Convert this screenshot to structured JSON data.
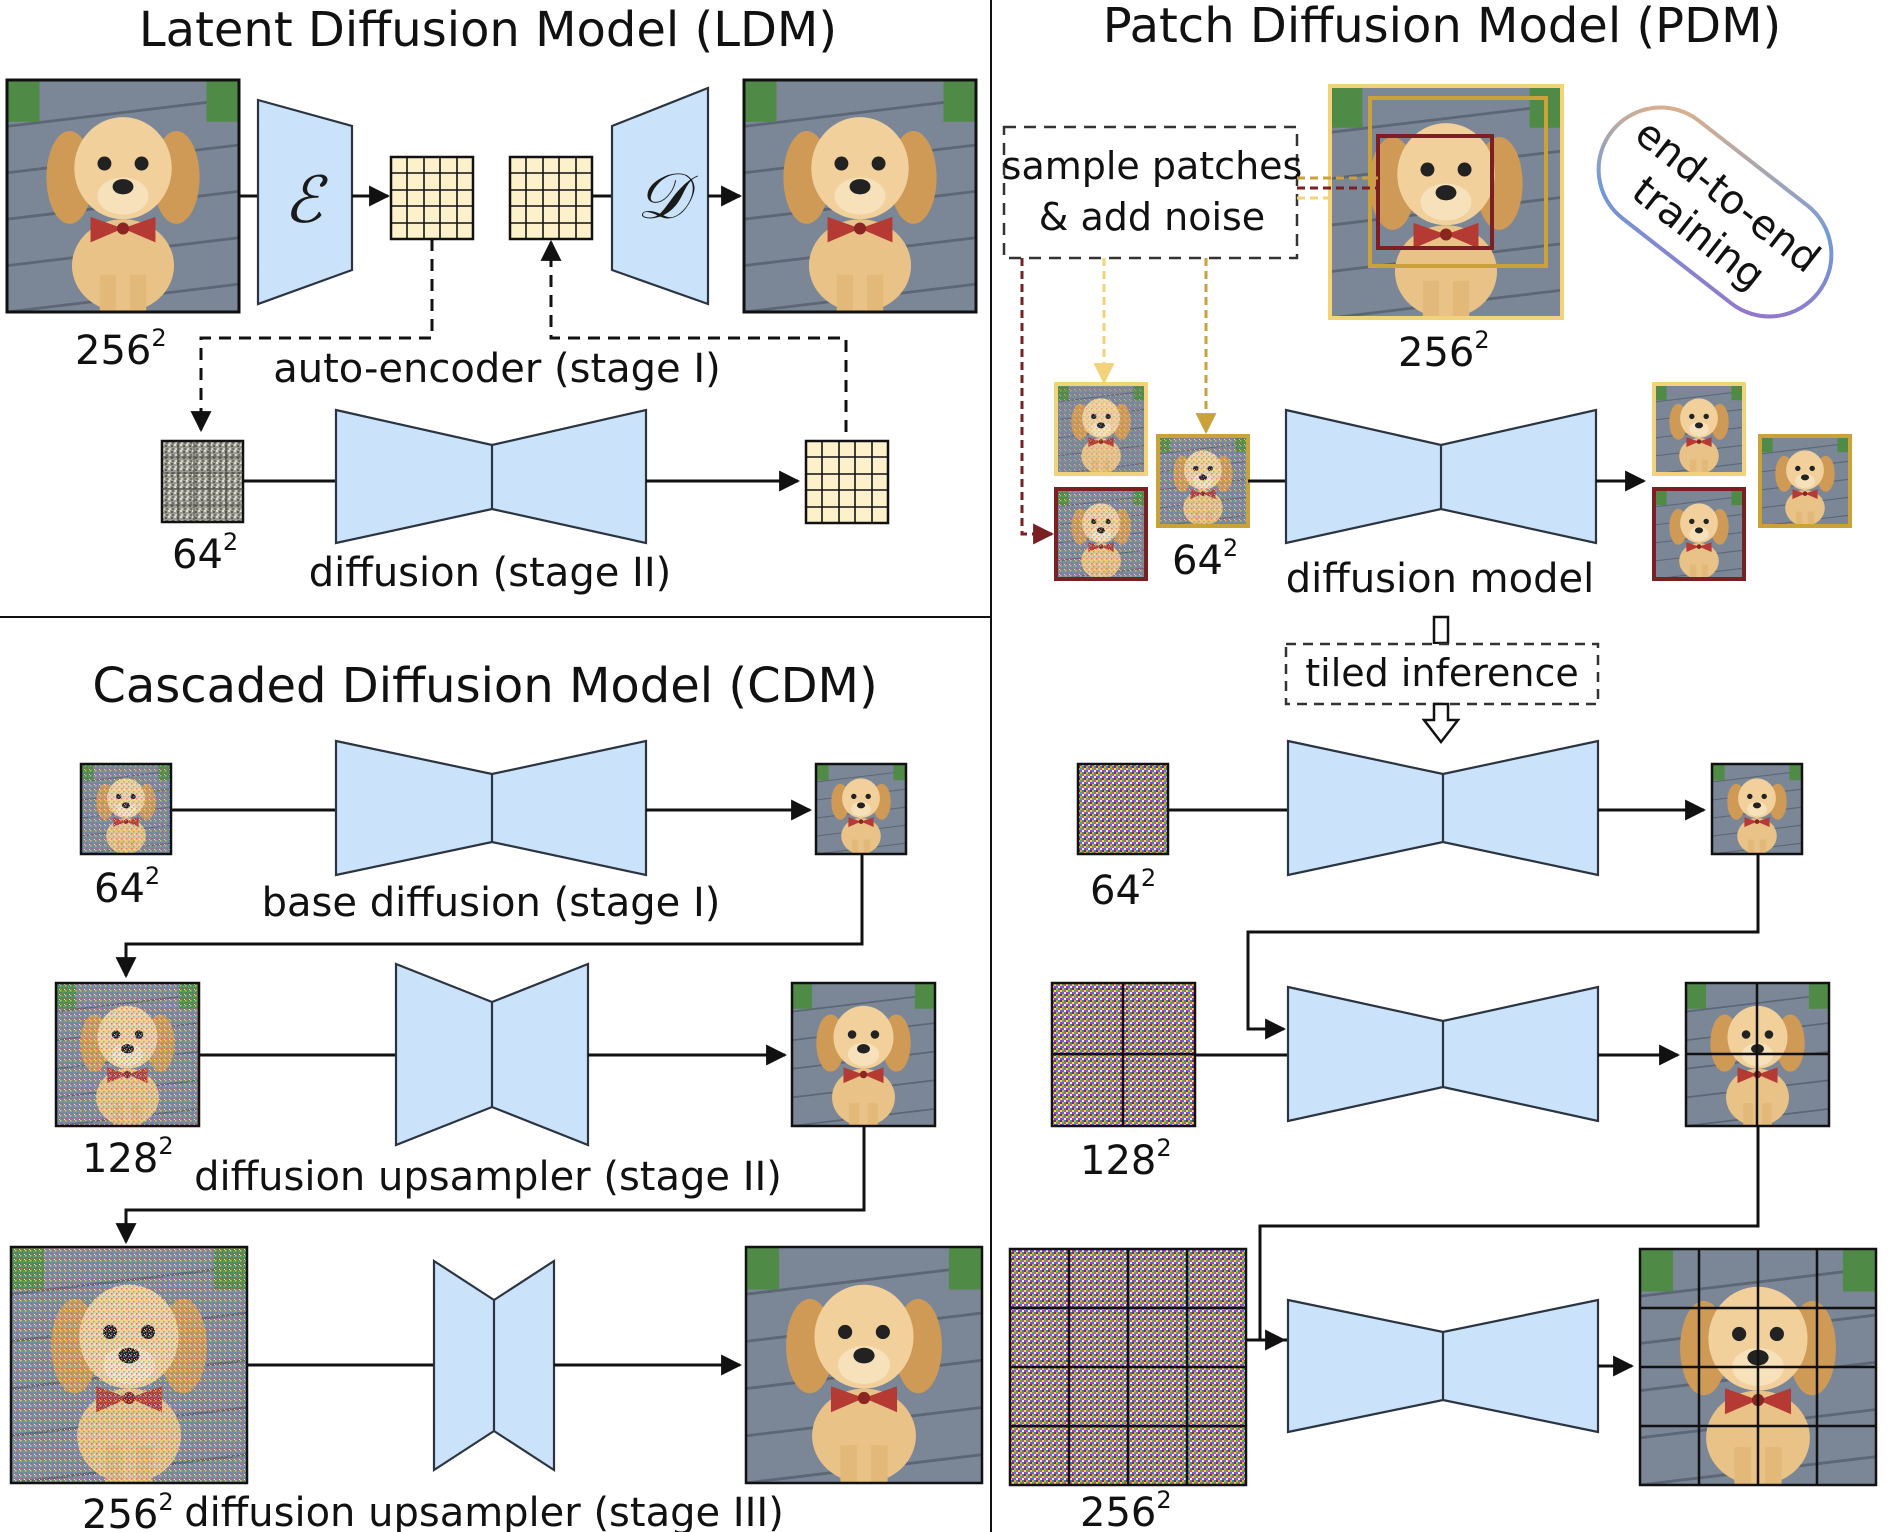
{
  "titles": {
    "ldm": "Latent Diffusion Model (LDM)",
    "pdm": "Patch Diffusion Model (PDM)",
    "cdm": "Cascaded Diffusion Model (CDM)"
  },
  "ldm": {
    "encoder_symbol": "ℰ",
    "decoder_symbol": "𝒟",
    "res_image": "256",
    "res_latent": "64",
    "autoencoder_label": "auto-encoder (stage I)",
    "diffusion_label": "diffusion (stage II)"
  },
  "pdm": {
    "sample_label_line1": "sample patches",
    "sample_label_line2": "& add noise",
    "res_image": "256",
    "res_patch": "64",
    "diffusion_label": "diffusion model",
    "tiled_label": "tiled inference",
    "badge_line1": "end-to-end",
    "badge_line2": "training",
    "res_row1": "64",
    "res_row2": "128",
    "res_row3": "256"
  },
  "cdm": {
    "res_row1": "64",
    "res_row2": "128",
    "res_row3": "256",
    "label_row1": "base diffusion (stage I)",
    "label_row2": "diffusion upsampler (stage II)",
    "label_row3": "diffusion upsampler (stage III)"
  },
  "superscript": "2",
  "colors": {
    "network_fill": "#cbe3fa",
    "latent_grid": "#fdf1cc",
    "patch_yellow": "#f2d27a",
    "patch_gold": "#c9a23a",
    "patch_red": "#7a1f22",
    "badge_gradient": [
      "#f0b37e",
      "#6f9bd8",
      "#9b6fc9"
    ]
  },
  "icons": [
    "dog-photo",
    "noisy-dog-photo",
    "latent-grid",
    "noise-square",
    "trapezoid-network",
    "arrow"
  ]
}
